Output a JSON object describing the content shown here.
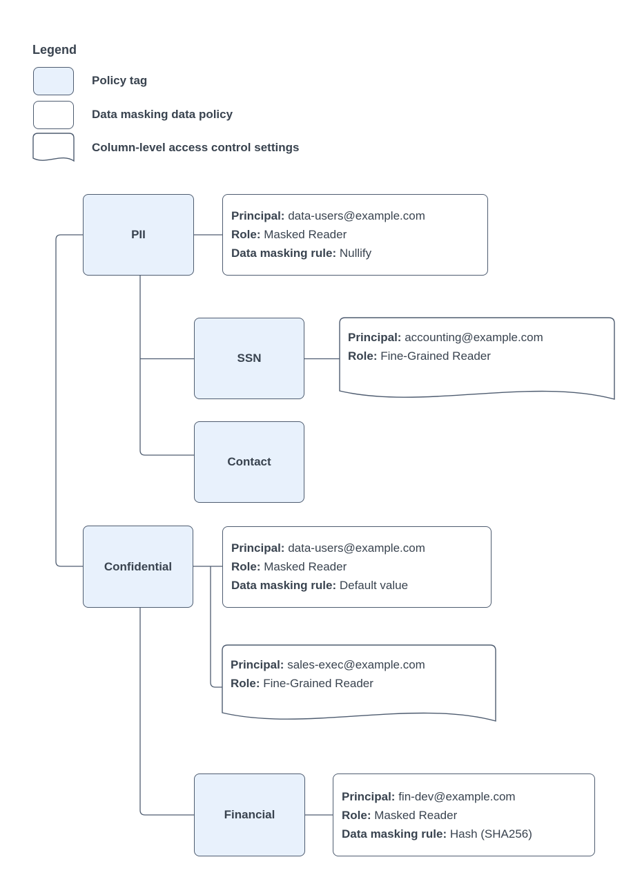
{
  "colors": {
    "policy_tag_fill": "#e8f1fc",
    "shape_border": "#4d5b6f",
    "connector_line": "#4d5b6f",
    "text": "#39434f",
    "background": "#ffffff"
  },
  "legend": {
    "title": "Legend",
    "items": [
      {
        "shape": "policy-tag-swatch",
        "label": "Policy tag"
      },
      {
        "shape": "data-policy-swatch",
        "label": "Data masking data policy"
      },
      {
        "shape": "access-control-swatch",
        "label": "Column-level access control settings"
      }
    ]
  },
  "field_labels": {
    "principal": "Principal:",
    "role": "Role:",
    "rule": "Data masking rule:"
  },
  "tags": {
    "pii": "PII",
    "ssn": "SSN",
    "contact": "Contact",
    "confidential": "Confidential",
    "financial": "Financial"
  },
  "policies": {
    "pii_masking": {
      "principal": "data-users@example.com",
      "role": "Masked Reader",
      "rule": "Nullify"
    },
    "ssn_access": {
      "principal": "accounting@example.com",
      "role": "Fine-Grained Reader"
    },
    "confidential_masking": {
      "principal": "data-users@example.com",
      "role": "Masked Reader",
      "rule": "Default value"
    },
    "confidential_access": {
      "principal": "sales-exec@example.com",
      "role": "Fine-Grained Reader"
    },
    "financial_masking": {
      "principal": "fin-dev@example.com",
      "role": "Masked Reader",
      "rule": "Hash (SHA256)"
    }
  }
}
